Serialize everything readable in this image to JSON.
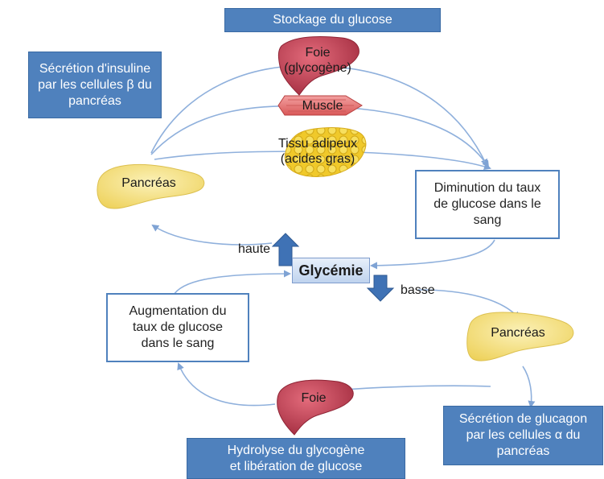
{
  "top_title": "Stockage du glucose",
  "insulin_box": {
    "line1": "Sécrétion d'insuline",
    "line2": "par les cellules β du",
    "line3": "pancréas"
  },
  "foie_top": {
    "line1": "Foie",
    "line2": "(glycogène)"
  },
  "muscle": "Muscle",
  "tissu": {
    "line1": "Tissu  adipeux",
    "line2": "(acides gras)"
  },
  "pancreas_top": "Pancréas",
  "diminution_box": {
    "line1": "Diminution du taux",
    "line2": "de glucose dans le",
    "line3": "sang"
  },
  "haute": "haute",
  "glycemie": "Glycémie",
  "basse": "basse",
  "augmentation_box": {
    "line1": "Augmentation du",
    "line2": "taux de glucose",
    "line3": "dans le sang"
  },
  "pancreas_bottom": "Pancréas",
  "foie_bottom": "Foie",
  "glucagon_box": {
    "line1": "Sécrétion de glucagon",
    "line2": "par les cellules α du",
    "line3": "pancréas"
  },
  "hydrolyse_box": {
    "line1": "Hydrolyse du glycogène",
    "line2": "et libération de glucose"
  },
  "colors": {
    "box_blue": "#4f81bd",
    "arrow_blue": "#8fb0dc",
    "big_arrow": "#3f72b5",
    "liver": "#c8475a",
    "muscle": "#e87777",
    "fat": "#f2d03b",
    "pancreas": "#f3df7e"
  }
}
